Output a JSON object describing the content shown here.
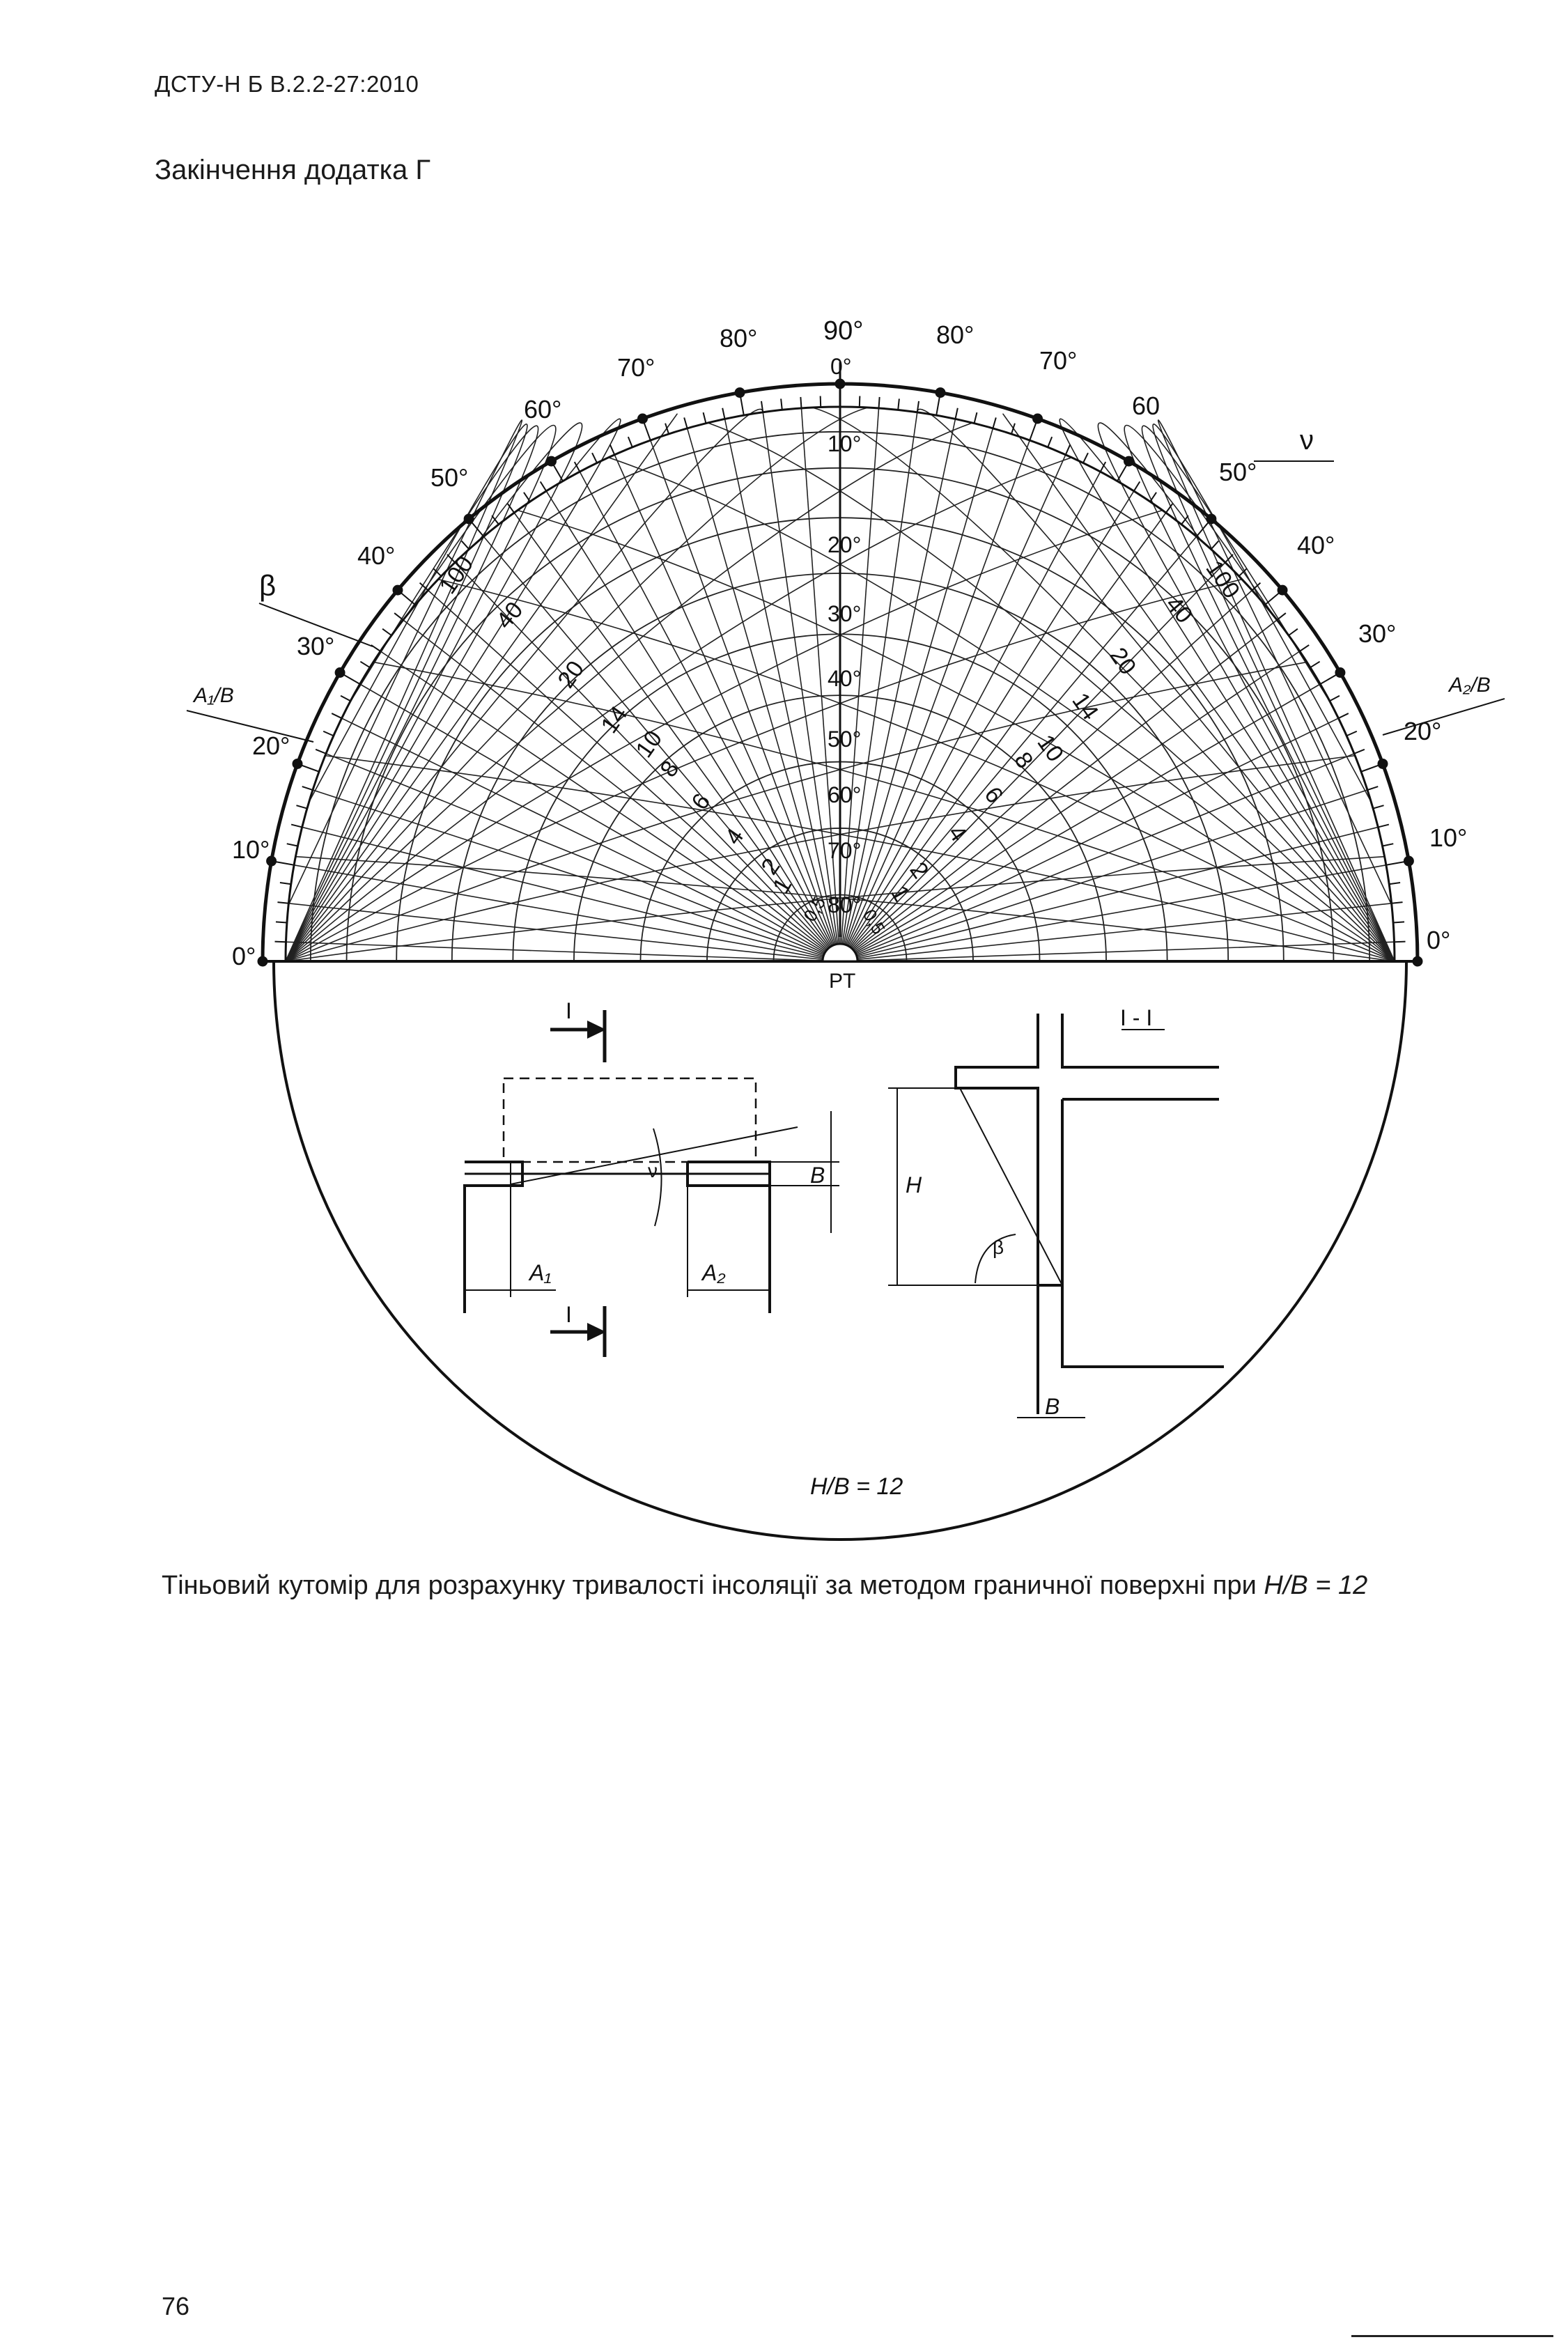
{
  "header": {
    "doc_code": "ДСТУ-Н Б В.2.2-27:2010",
    "section_title": "Закінчення додатка Г"
  },
  "protractor": {
    "rim_labels_left": [
      "0°",
      "10°",
      "20°",
      "30°",
      "40°",
      "50°",
      "60°",
      "70°",
      "80°"
    ],
    "rim_labels_right": [
      "0°",
      "10°",
      "20°",
      "30°",
      "40°",
      "50°",
      "60",
      "70°",
      "80°"
    ],
    "top_label": "90°",
    "center_axis_labels": [
      "0°",
      "10°",
      "20°",
      "30°",
      "40°",
      "50°",
      "60°",
      "70°",
      "80°"
    ],
    "ratio_labels": [
      "100",
      "40",
      "20",
      "14",
      "10",
      "8",
      "6",
      "4",
      "2",
      "1",
      "0,5"
    ],
    "label_nu": "ν",
    "label_beta": "β",
    "label_a1b": "A₁/B",
    "label_a2b": "A₂/B",
    "label_origin": "PT"
  },
  "plan_sketch": {
    "section_mark": "I",
    "label_nu": "ν",
    "label_b": "B",
    "label_a1": "A₁",
    "label_a2": "A₂"
  },
  "section_sketch": {
    "title": "I - I",
    "label_h": "H",
    "label_beta": "β",
    "label_b": "B"
  },
  "figure_ratio": "H/B = 12",
  "caption": {
    "text": "Тіньовий кутомір для розрахунку тривалості інсоляції за методом граничної поверхні при ",
    "ratio": "H/B = 12"
  },
  "page_number": "76"
}
